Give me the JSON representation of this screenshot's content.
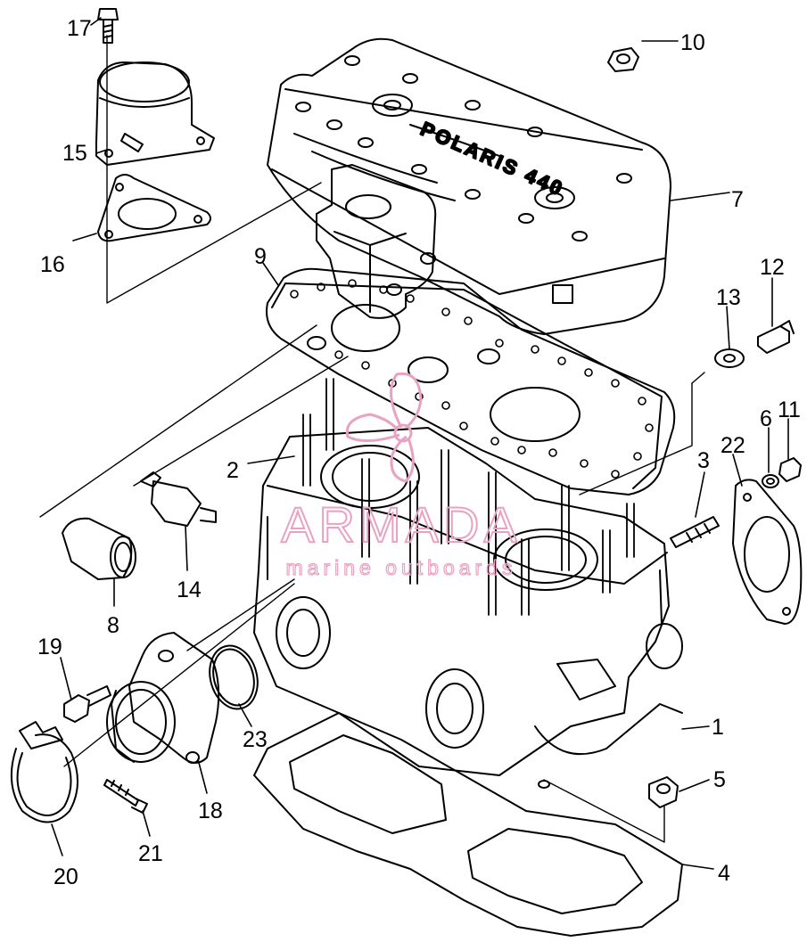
{
  "diagram": {
    "part_labels": {
      "p1": "1",
      "p2": "2",
      "p3": "3",
      "p4": "4",
      "p5": "5",
      "p6": "6",
      "p7": "7",
      "p8": "8",
      "p9": "9",
      "p10": "10",
      "p11": "11",
      "p12": "12",
      "p13": "13",
      "p14": "14",
      "p15": "15",
      "p16": "16",
      "p17": "17",
      "p18": "18",
      "p19": "19",
      "p20": "20",
      "p21": "21",
      "p22": "22",
      "p23": "23"
    },
    "cast_lettering": "POLARIS 440"
  },
  "watermark": {
    "brand": "ARMADA",
    "tagline": "marine outboards",
    "logo_color": "#e8a2c2"
  },
  "colors": {
    "ink": "#000000",
    "paper": "#ffffff"
  }
}
